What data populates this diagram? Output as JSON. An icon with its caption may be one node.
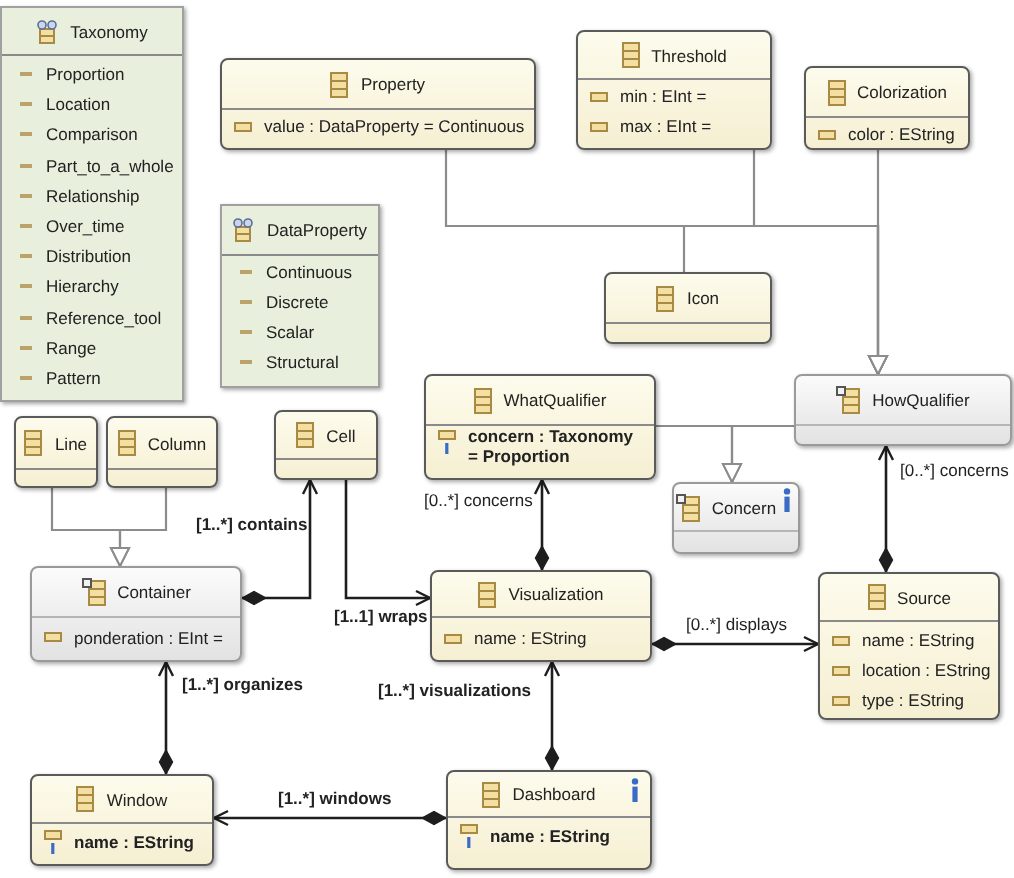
{
  "diagram": {
    "nodes": [
      {
        "text": [
          "Taxonomy",
          "Proportion",
          "Location",
          "Comparison",
          "Part_to_a_whole",
          "Relationship",
          "Over_time",
          "Distribution",
          "Hierarchy",
          "Reference_tool",
          "Range",
          "Pattern"
        ]
      },
      {
        "text": [
          "Property",
          "value : DataProperty = Continuous"
        ]
      },
      {
        "text": [
          "Threshold",
          "min : EInt =",
          "max : EInt ="
        ]
      },
      {
        "text": [
          "Colorization",
          "color : EString"
        ]
      },
      {
        "text": [
          "DataProperty",
          "Continuous",
          "Discrete",
          "Scalar",
          "Structural"
        ]
      },
      {
        "text": [
          "Icon"
        ]
      },
      {
        "text": [
          "Line"
        ]
      },
      {
        "text": [
          "Column"
        ]
      },
      {
        "text": [
          "Cell"
        ]
      },
      {
        "text": [
          "WhatQualifier",
          "concern : Taxonomy = Proportion"
        ]
      },
      {
        "text": [
          "HowQualifier"
        ]
      },
      {
        "text": [
          "Concern"
        ]
      },
      {
        "text": [
          "Container",
          "ponderation : EInt ="
        ]
      },
      {
        "text": [
          "Visualization",
          "name : EString"
        ]
      },
      {
        "text": [
          "Source",
          "name : EString",
          "location : EString",
          "type : EString"
        ]
      },
      {
        "text": [
          "Window",
          "name : EString"
        ]
      },
      {
        "text": [
          "Dashboard",
          "name : EString"
        ]
      }
    ],
    "edges": [
      {
        "from": 1,
        "to": 10,
        "arrow": "to",
        "color": "#8c8c8c"
      },
      {
        "from": 2,
        "to": 10,
        "arrow": "to",
        "color": "#8c8c8c"
      },
      {
        "from": 5,
        "to": 10,
        "arrow": "to",
        "color": "#8c8c8c"
      },
      {
        "from": 3,
        "to": 10,
        "arrow": "to",
        "color": "#8c8c8c"
      },
      {
        "from": 6,
        "to": 12,
        "arrow": "to",
        "color": "#8c8c8c"
      },
      {
        "from": 7,
        "to": 12,
        "arrow": "to",
        "color": "#8c8c8c"
      },
      {
        "from": 9,
        "to": 11,
        "arrow": "to",
        "color": "#8c8c8c"
      },
      {
        "from": 10,
        "to": 11,
        "arrow": "to",
        "color": "#8c8c8c"
      },
      {
        "from": 12,
        "to": 8,
        "arrow": "to",
        "label": "[1..*] contains",
        "color": "#1e1e1e"
      },
      {
        "from": 8,
        "to": 13,
        "arrow": "to",
        "label": "[1..1] wraps",
        "color": "#1e1e1e"
      },
      {
        "from": 13,
        "to": 9,
        "arrow": "to",
        "label": "[0..*] concerns",
        "color": "#1e1e1e"
      },
      {
        "from": 14,
        "to": 10,
        "arrow": "to",
        "label": "[0..*] concerns",
        "color": "#1e1e1e"
      },
      {
        "from": 13,
        "to": 14,
        "arrow": "to",
        "label": "[0..*] displays",
        "color": "#1e1e1e"
      },
      {
        "from": 15,
        "to": 12,
        "arrow": "to",
        "label": "[1..*] organizes",
        "color": "#1e1e1e"
      },
      {
        "from": 16,
        "to": 13,
        "arrow": "to",
        "label": "[1..*] visualizations",
        "color": "#1e1e1e"
      },
      {
        "from": 16,
        "to": 15,
        "arrow": "to",
        "label": "[1..*] windows",
        "color": "#1e1e1e"
      }
    ]
  }
}
